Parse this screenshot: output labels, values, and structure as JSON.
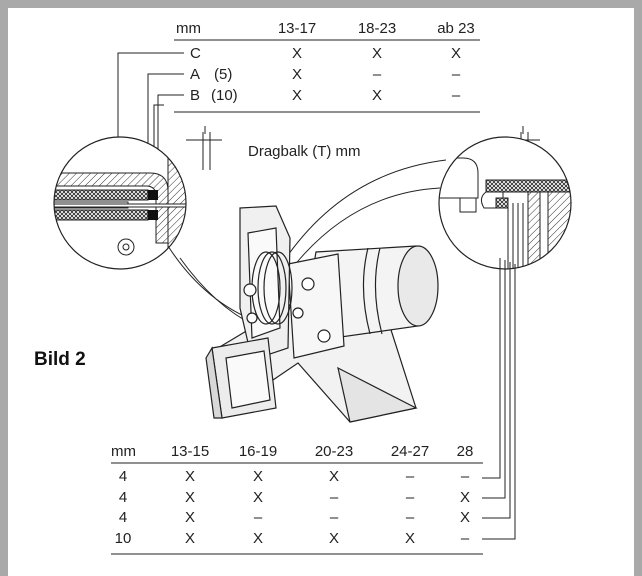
{
  "figure_label": "Bild 2",
  "beam_label": "Dragbalk (T) mm",
  "top_table": {
    "headers": [
      "mm",
      "13-17",
      "18-23",
      "ab 23"
    ],
    "rows": [
      {
        "name": "C",
        "sub": "",
        "cells": [
          "X",
          "X",
          "X"
        ]
      },
      {
        "name": "A",
        "sub": "(5)",
        "cells": [
          "X",
          "–",
          "–"
        ]
      },
      {
        "name": "B",
        "sub": "(10)",
        "cells": [
          "X",
          "X",
          "–"
        ]
      }
    ]
  },
  "bottom_table": {
    "headers": [
      "mm",
      "13-15",
      "16-19",
      "20-23",
      "24-27",
      "28"
    ],
    "rows": [
      [
        "4",
        "X",
        "X",
        "X",
        "–",
        "–"
      ],
      [
        "4",
        "X",
        "X",
        "–",
        "–",
        "X"
      ],
      [
        "4",
        "X",
        "–",
        "–",
        "–",
        "X"
      ],
      [
        "10",
        "X",
        "X",
        "X",
        "X",
        "–"
      ]
    ]
  },
  "colors": {
    "frame": "#a9a9a9",
    "line": "#222222",
    "background": "#ffffff"
  }
}
